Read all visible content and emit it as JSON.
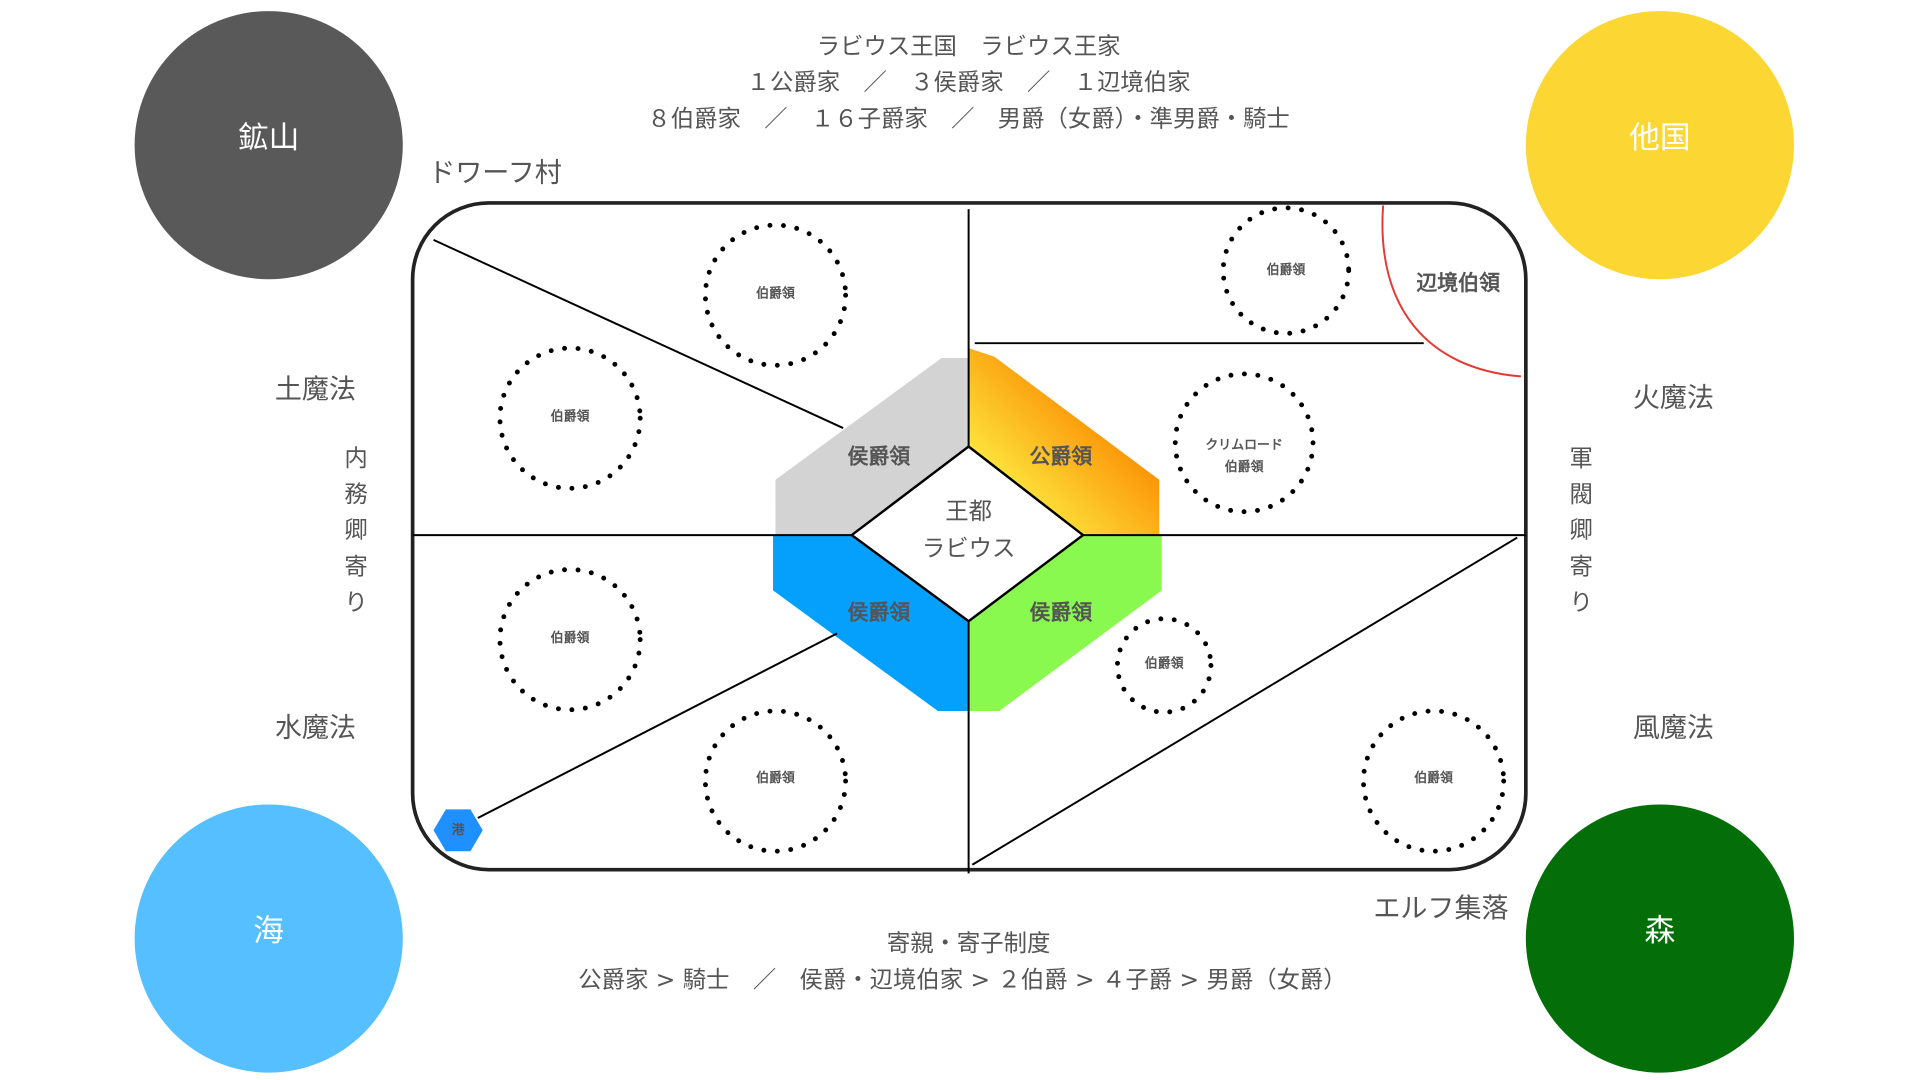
{
  "header": {
    "line1": "ラビウス王国　ラビウス王家",
    "line2": "１公爵家　／　３侯爵家　／　１辺境伯家",
    "line3": "８伯爵家　／　１６子爵家　／　男爵（女爵）・準男爵・騎士"
  },
  "footer": {
    "line1": "寄親・寄子制度",
    "line2": "公爵家 > 騎士　／　侯爵・辺境伯家 > ２伯爵 > ４子爵 > 男爵（女爵）"
  },
  "corners": {
    "mine": {
      "label": "鉱山",
      "color": "#595959"
    },
    "foreign": {
      "label": "他国",
      "color": "#fcd734"
    },
    "sea": {
      "label": "海",
      "color": "#55bfff"
    },
    "forest": {
      "label": "森",
      "color": "#046f08"
    }
  },
  "side_labels": {
    "dwarf_village": "ドワーフ村",
    "earth_magic": "土魔法",
    "water_magic": "水魔法",
    "fire_magic": "火魔法",
    "wind_magic": "風魔法",
    "elf_settlement": "エルフ集落",
    "interior_faction": [
      "内",
      "務",
      "卿",
      "寄",
      "り"
    ],
    "military_faction": [
      "軍",
      "閥",
      "卿",
      "寄",
      "り"
    ]
  },
  "map": {
    "capital": [
      "王都",
      "ラビウス"
    ],
    "marquis_nw": "侯爵領",
    "duke_ne": "公爵領",
    "marquis_sw": "侯爵領",
    "marquis_se": "侯爵領",
    "margrave": "辺境伯領",
    "port": "港",
    "counties": [
      "伯爵領",
      "伯爵領",
      "伯爵領",
      "伯爵領",
      "伯爵領",
      "伯爵領",
      "伯爵領"
    ],
    "crimroad": [
      "クリムロード",
      "伯爵領"
    ],
    "colors": {
      "gray": "#d3d3d3",
      "duke_from": "#fde03a",
      "duke_to": "#fb8c00",
      "blue": "#04a0fb",
      "green": "#8af94f",
      "port": "#1e90ff",
      "margrave_border": "#e53935"
    }
  }
}
